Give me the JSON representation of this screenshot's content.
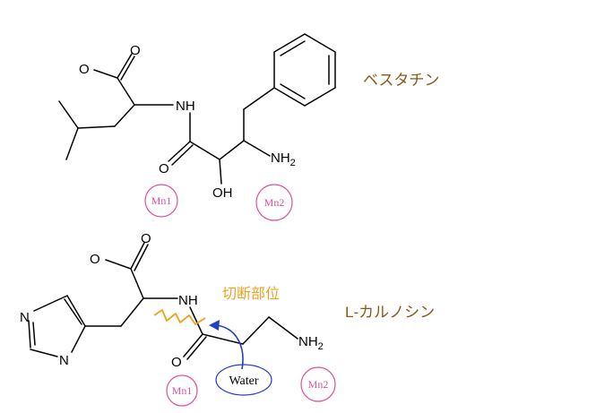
{
  "bestatin": {
    "name": "ベスタチン",
    "atoms": {
      "o_top": "O",
      "o_left": "O",
      "nh": "NH",
      "o_amide": "O",
      "oh": "OH",
      "nh2": "NH",
      "nh2_sub": "2"
    },
    "mn1": "Mn1",
    "mn2": "Mn2"
  },
  "carnosine": {
    "name": "L-カルノシン",
    "cleavage_label": "切断部位",
    "atoms": {
      "o_top": "O",
      "o_left": "O",
      "nh": "NH",
      "o_amide": "O",
      "nh2": "NH",
      "nh2_sub": "2",
      "ring_n_top": "N",
      "ring_n_bottom": "N"
    },
    "water": "Water",
    "mn1": "Mn1",
    "mn2": "Mn2"
  },
  "colors": {
    "bond": "#000000",
    "name_brown": "#8B5A1B",
    "mn_pink": "#E0509A",
    "cleavage_orange": "#F0A020",
    "water_blue": "#2040C0"
  }
}
